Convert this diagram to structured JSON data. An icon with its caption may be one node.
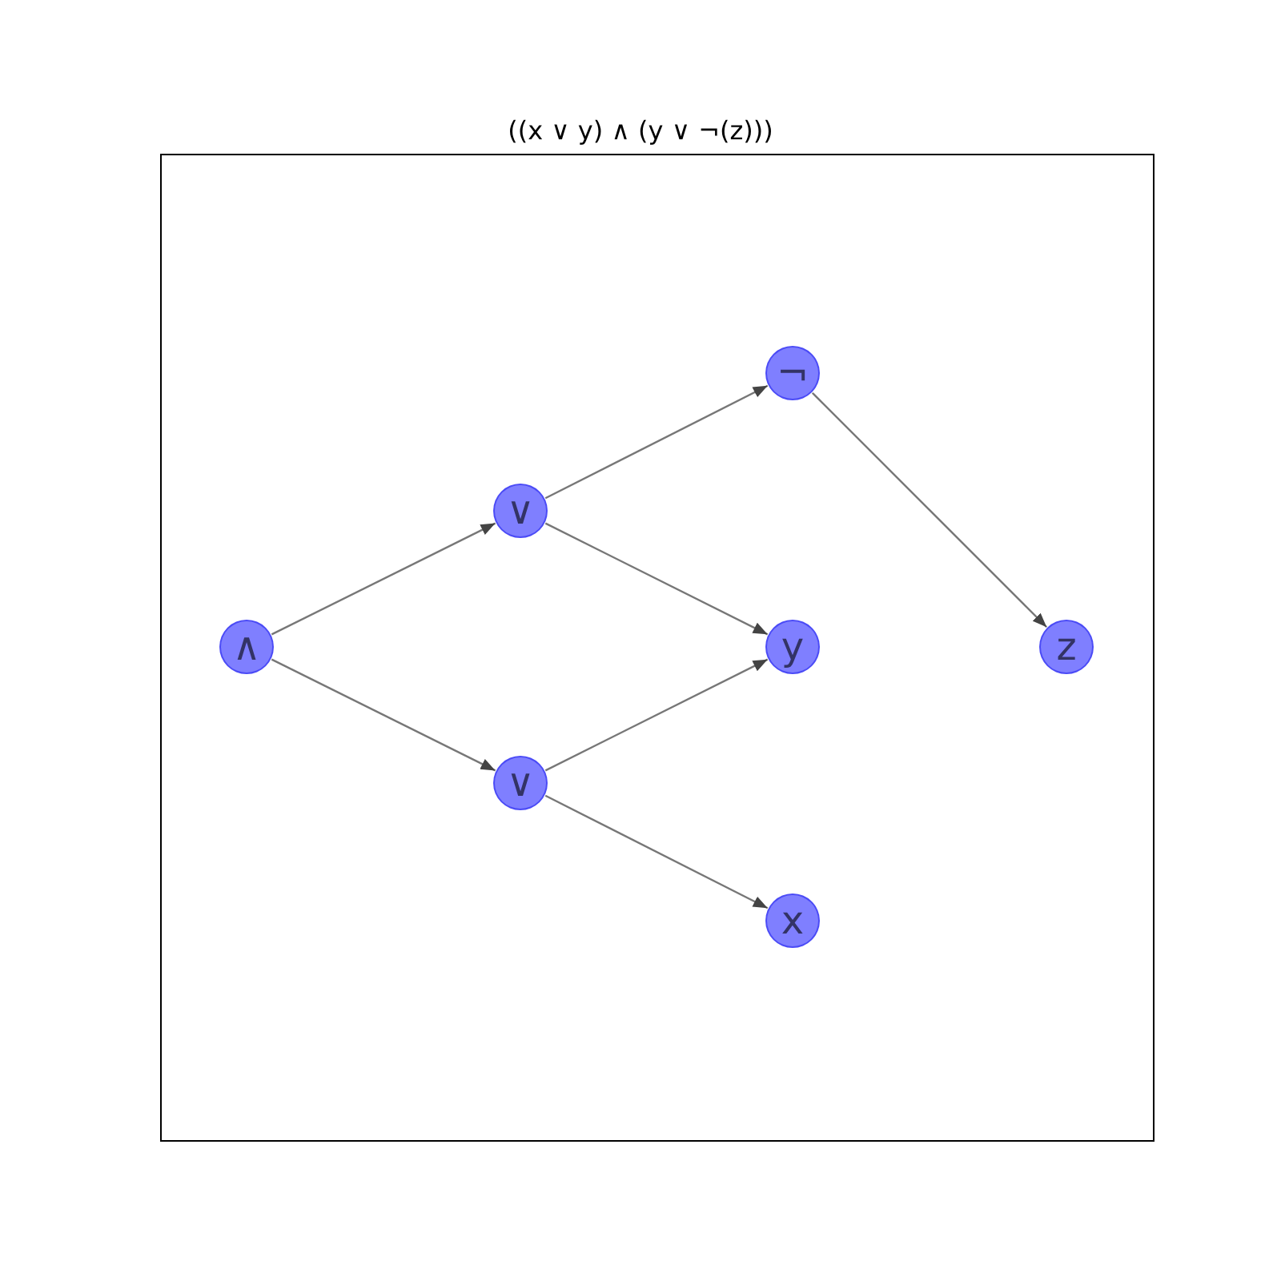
{
  "diagram": {
    "title": "((x ∨ y) ∧ (y ∨ ¬(z)))",
    "nodes": [
      {
        "text": [
          "∧"
        ]
      },
      {
        "text": [
          "∨"
        ]
      },
      {
        "text": [
          "∨"
        ]
      },
      {
        "text": [
          "¬"
        ]
      },
      {
        "text": [
          "y"
        ]
      },
      {
        "text": [
          "x"
        ]
      },
      {
        "text": [
          "z"
        ]
      }
    ],
    "edges": [
      {
        "from": 0,
        "to": 1,
        "arrow": "to"
      },
      {
        "from": 0,
        "to": 2,
        "arrow": "to"
      },
      {
        "from": 1,
        "to": 3,
        "arrow": "to"
      },
      {
        "from": 1,
        "to": 4,
        "arrow": "to"
      },
      {
        "from": 2,
        "to": 4,
        "arrow": "to"
      },
      {
        "from": 2,
        "to": 5,
        "arrow": "to"
      },
      {
        "from": 3,
        "to": 6,
        "arrow": "to"
      }
    ]
  }
}
